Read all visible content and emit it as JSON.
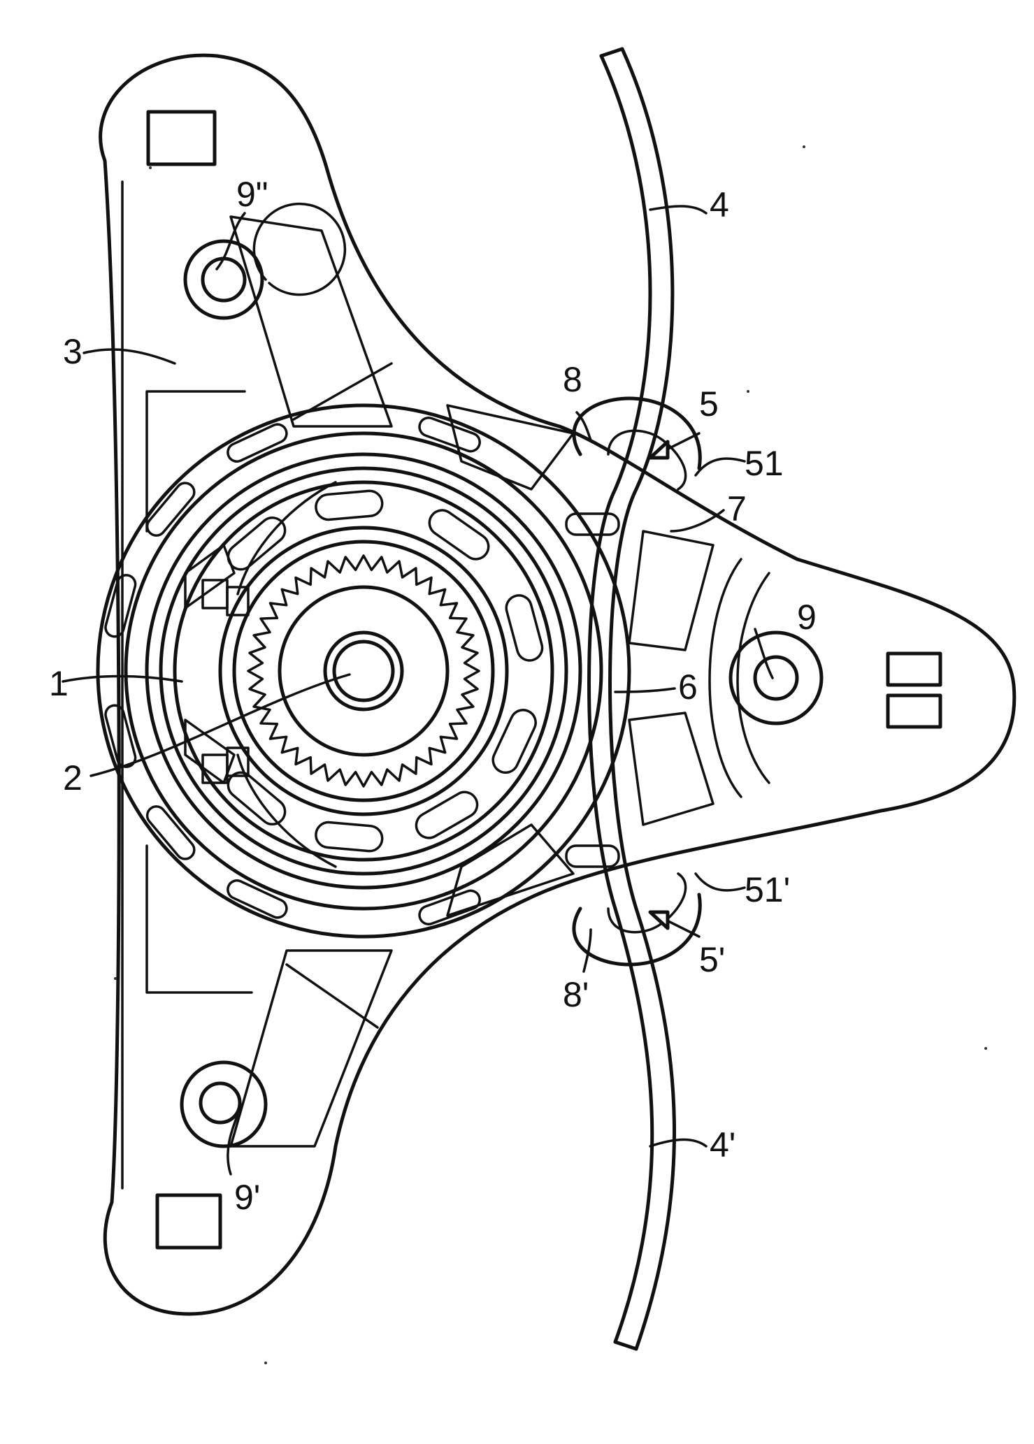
{
  "figure": {
    "labels": {
      "l1": "1",
      "l2": "2",
      "l3": "3",
      "l4": "4",
      "l4p": "4'",
      "l5": "5",
      "l5p": "5'",
      "l51": "51",
      "l51p": "51'",
      "l6": "6",
      "l7": "7",
      "l8": "8",
      "l8p": "8'",
      "l9": "9",
      "l9p": "9'",
      "l9pp": "9\""
    },
    "colors": {
      "line": "#111111",
      "paper": "#ffffff"
    }
  }
}
